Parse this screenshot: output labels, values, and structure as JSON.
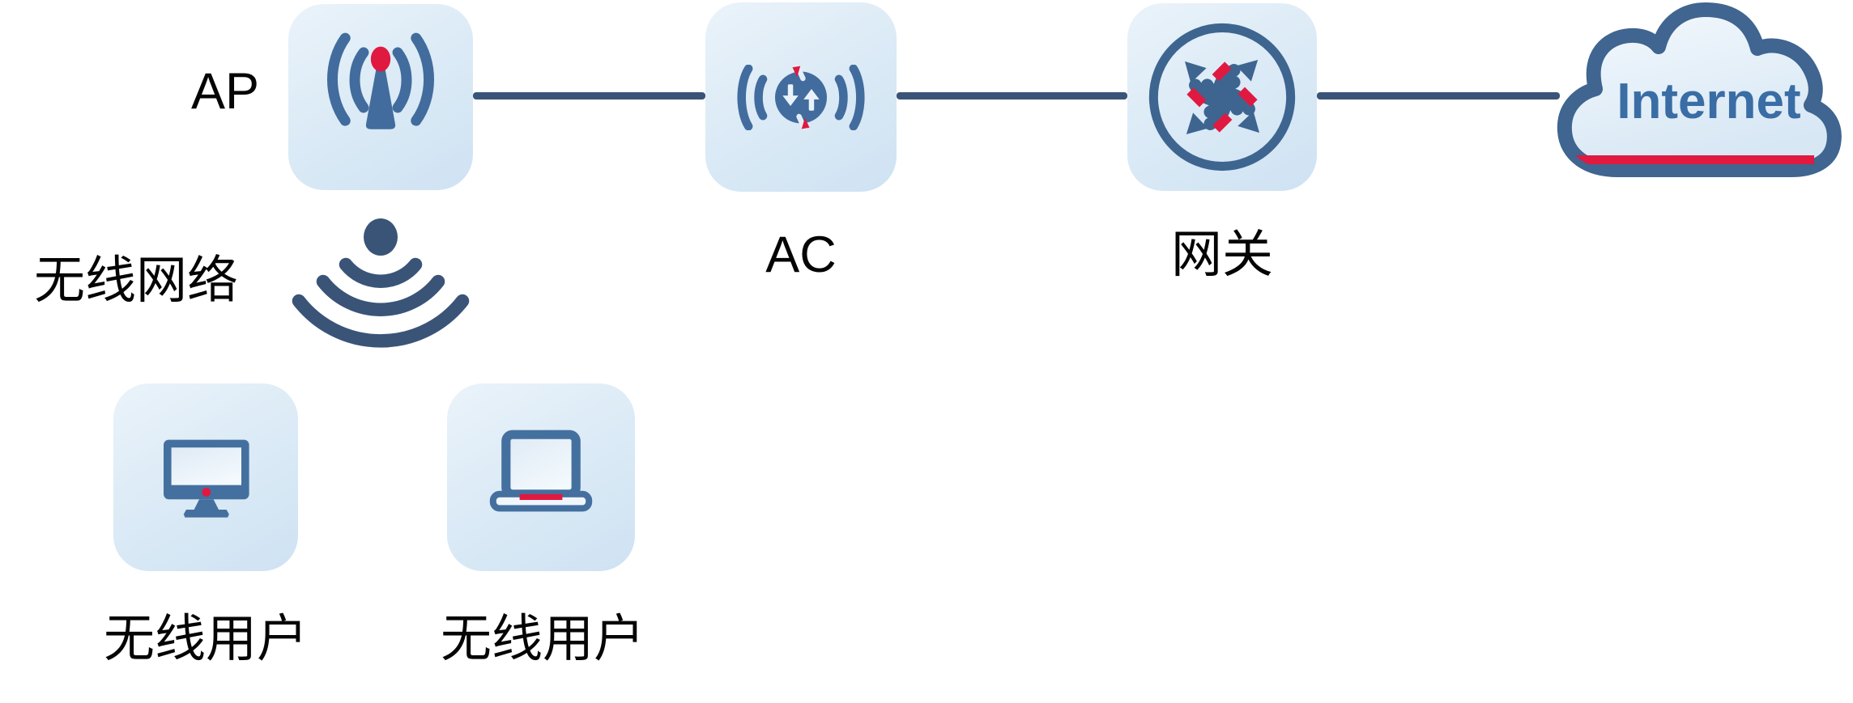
{
  "diagram": {
    "type": "wireless-network-topology",
    "nodes": {
      "ap": {
        "label": "AP",
        "icon": "access-point-antenna-icon",
        "label_position": "left"
      },
      "ac": {
        "label": "AC",
        "icon": "access-controller-sync-icon",
        "label_position": "below"
      },
      "gateway": {
        "label": "网关",
        "icon": "router-arrows-icon",
        "label_position": "below"
      },
      "internet": {
        "label": "Internet",
        "icon": "cloud-icon",
        "label_position": "inside"
      }
    },
    "links": [
      {
        "from": "ap",
        "to": "ac"
      },
      {
        "from": "ac",
        "to": "gateway"
      },
      {
        "from": "gateway",
        "to": "internet"
      }
    ],
    "wireless": {
      "label": "无线网络",
      "icon": "wifi-broadcast-icon"
    },
    "clients": [
      {
        "label": "无线用户",
        "icon": "desktop-monitor-icon"
      },
      {
        "label": "无线用户",
        "icon": "laptop-icon"
      }
    ],
    "colors": {
      "tile_gradient_light": "#ebf3fa",
      "tile_gradient_dark": "#cfe2f3",
      "glyph_blue": "#426c9d",
      "line_navy": "#3a5478",
      "gateway_blue": "#3d6590",
      "cloud_border": "#3f6590",
      "internet_text_blue": "#3a6da5",
      "accent_red": "#e01940",
      "label_black": "#050505"
    }
  }
}
